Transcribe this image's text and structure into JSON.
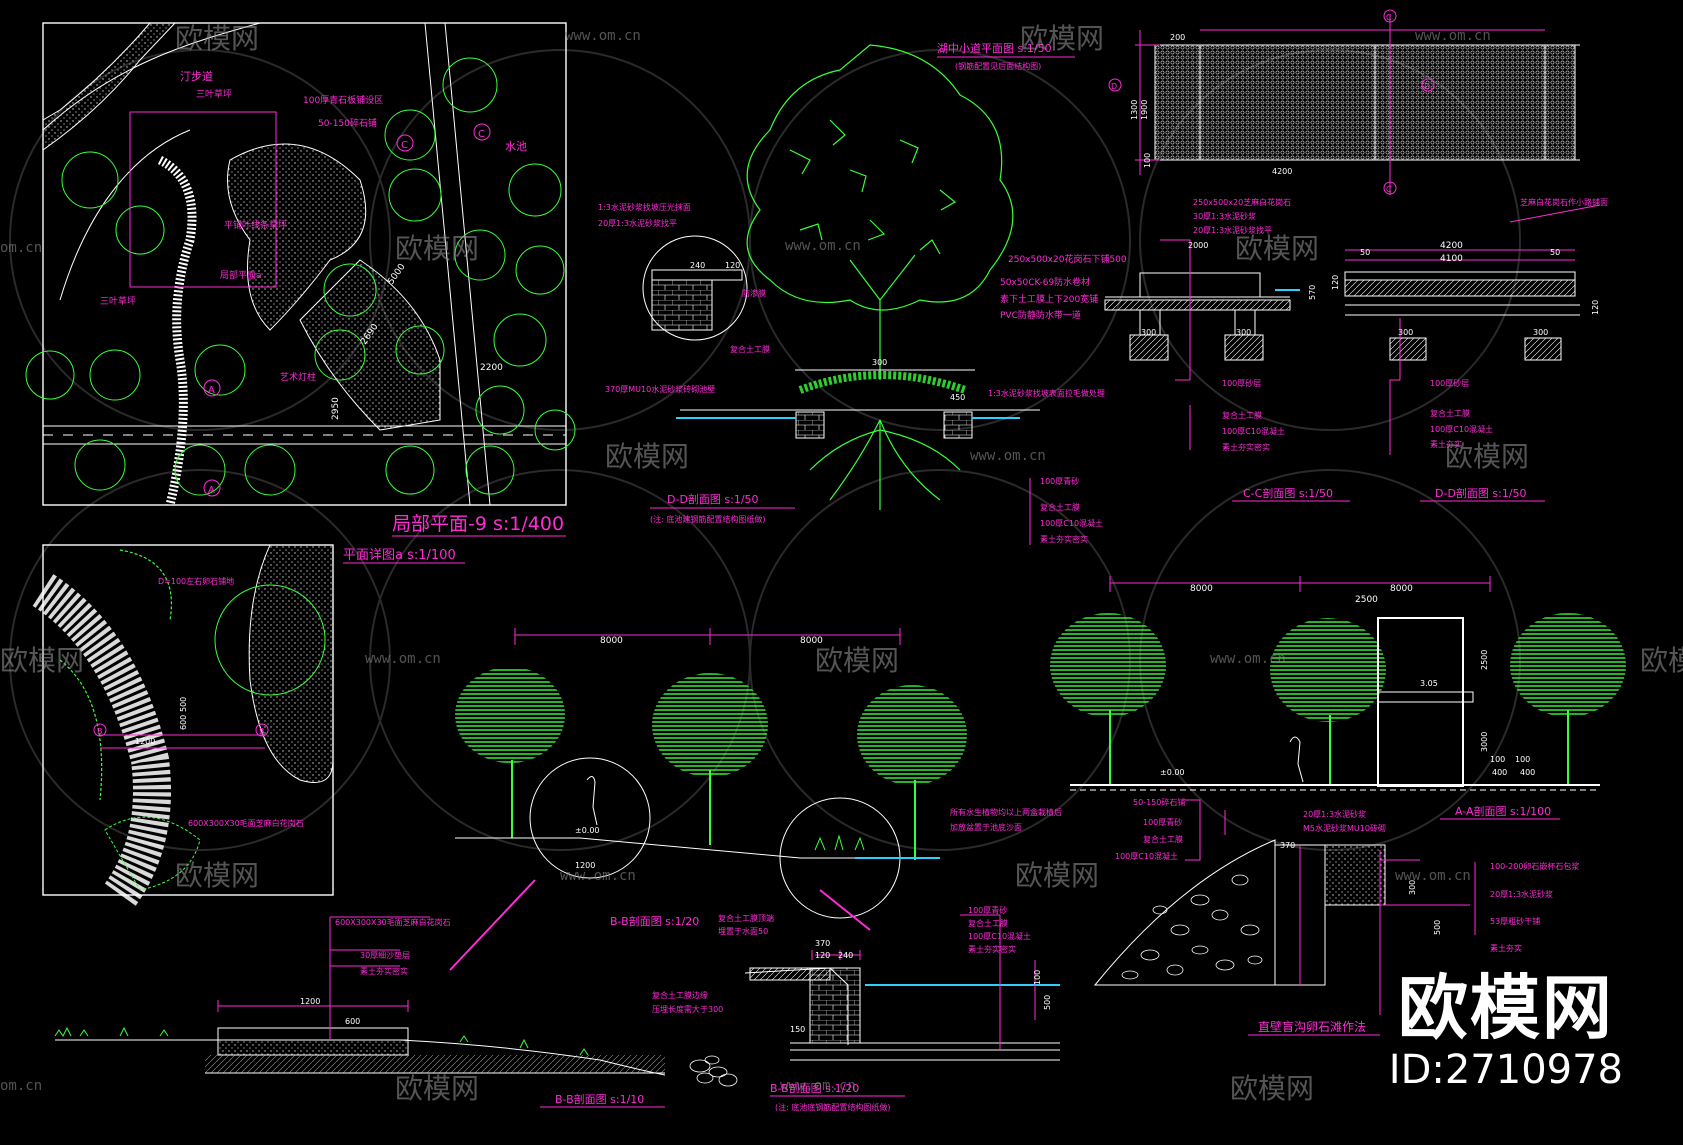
{
  "panels": {
    "plan9": {
      "title": "局部平面-9 s:1/400",
      "labels": [
        "汀步道",
        "三叶草坪",
        "100厚青石板铺设区",
        "50-150碎石铺",
        "平铺叶线条草坪",
        "局部平面a",
        "三叶草坪",
        "艺术灯柱",
        "水池",
        "5000",
        "2690",
        "2200",
        "2950"
      ],
      "markers": [
        "C",
        "C",
        "A",
        "A"
      ]
    },
    "plan_a": {
      "title": "平面详图a s:1/100",
      "labels": [
        "D=100左右卵石铺地",
        "600X300X30毛面芝麻白花岗石",
        "1200",
        "600",
        "500"
      ],
      "markers": [
        "B",
        "B"
      ]
    },
    "dd_left": {
      "title": "D-D剖面图 s:1/50",
      "note": "(注: 底池建钢筋配置结构图纸做)",
      "labels": [
        "1:3水泥砂浆找坡压光抹面",
        "20厚1:3水泥砂浆找平",
        "240",
        "120",
        "300",
        "防渗膜",
        "复合土工膜",
        "370厚MU10水泥砂浆砖砌池壁",
        "1:3水泥砂浆找坡表面拉毛做处理",
        "450",
        "100厚青砂",
        "复合土工膜",
        "100厚C10混凝土",
        "素土夯实密实"
      ]
    },
    "path_plan": {
      "title": "湖中小道平面图 s:1/50",
      "note": "(钢筋配置见后面结构图)",
      "dims": [
        "200",
        "4200",
        "100",
        "1900",
        "1300"
      ],
      "markers": [
        "C",
        "C",
        "D",
        "D"
      ]
    },
    "cc": {
      "title": "C-C剖面图 s:1/50",
      "labels": [
        "250x500x20芝麻白花岗石",
        "30厚1:3水泥砂浆",
        "20厚1:3水泥砂浆找平",
        "250x500x20花岗石下铺500",
        "50x50CK-69防水卷材",
        "素下土工膜上下200宽铺",
        "PVC防静防水带一道",
        "100厚砂层",
        "复合土工膜",
        "100厚C10混凝土",
        "素土夯实密实",
        "2000",
        "300",
        "300",
        "570"
      ]
    },
    "dd_right": {
      "title": "D-D剖面图 s:1/50",
      "labels": [
        "芝麻白花岗石作小路铺面",
        "4200",
        "4100",
        "50",
        "50",
        "300",
        "300",
        "100厚砂层",
        "复合土工膜",
        "100厚C10混凝土",
        "素土夯实",
        "120",
        "120"
      ]
    },
    "bb_trees": {
      "labels": [
        "8000",
        "8000",
        "±0.00",
        "1200",
        "所有水生植物均以上两盒栽植后",
        "加放盆置于池底沙面"
      ]
    },
    "aa": {
      "title": "A-A剖面图 s:1/100",
      "labels": [
        "8000",
        "8000",
        "2500",
        "±0.00",
        "3.05",
        "2500",
        "3000",
        "100",
        "100",
        "400",
        "400"
      ]
    },
    "bb_left": {
      "title": "B-B剖面图 s:1/10",
      "labels": [
        "600X300X30毛面芝麻白花岗石",
        "30厚细沙垫层",
        "素土夯实密实",
        "1200",
        "600"
      ]
    },
    "bb_mid": {
      "title": "B-B剖面图 s:1/20",
      "note": "(注: 底池底钢筋配置结构图纸做)",
      "labels": [
        "复合土工膜顶端",
        "埋置于水面50",
        "复合土工膜边缘",
        "压埋长度需大于300",
        "370",
        "120",
        "240",
        "100厚青砂",
        "复合土工膜",
        "100厚C10混凝土",
        "素土夯实密实",
        "150",
        "500",
        "100"
      ]
    },
    "wall": {
      "title": "直壁盲沟卵石滩作法",
      "labels": [
        "50-150碎石铺",
        "100厚青砂",
        "复合土工膜",
        "100厚C10混凝土",
        "20厚1:3水泥砂浆",
        "M5水泥砂浆MU10砖砌",
        "100-200卵石嵌杯石包浆",
        "20厚1:3水泥砂浆",
        "53厚粗砂干铺",
        "素土夯实",
        "370",
        "300",
        "500"
      ]
    }
  },
  "section_markers": [
    "B",
    "B"
  ],
  "watermark": {
    "brand": "欧模网",
    "url": "www.om.cn",
    "fragment": "om.cn"
  },
  "stamp": {
    "brand": "欧模网",
    "id": "ID:2710978"
  }
}
